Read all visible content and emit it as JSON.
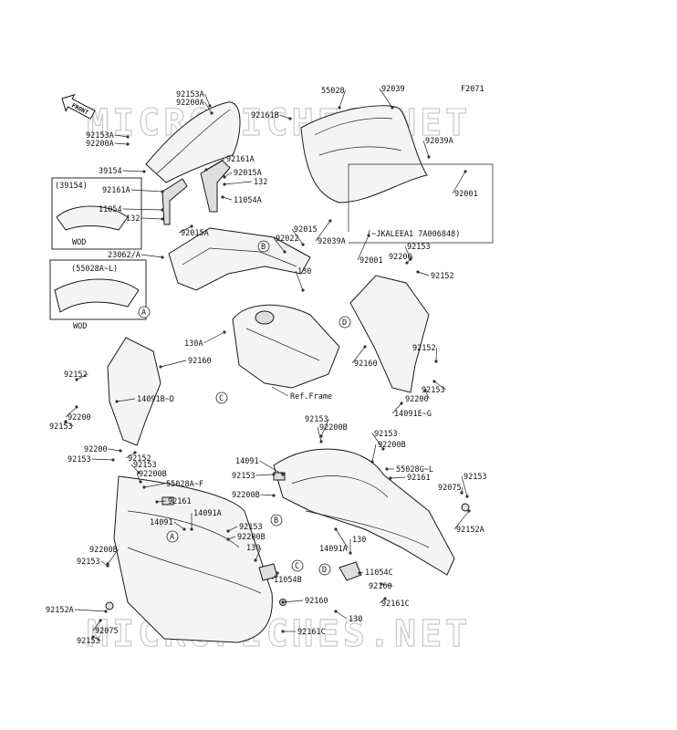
{
  "figure_code": "F2071",
  "watermark": "MICROFICHES.NET",
  "front_arrow_label": "FRONT",
  "variant_note": "(~JKALEEA1 7A006848)",
  "ref_frame": "Ref.Frame",
  "inset_boxes": [
    {
      "title": "(39154)",
      "caption": "WOD"
    },
    {
      "title": "(55028A~L)",
      "caption": "WOD"
    }
  ],
  "callout_letters": [
    "A",
    "B",
    "C",
    "D"
  ],
  "parts": [
    {
      "num": "92153A"
    },
    {
      "num": "92200A"
    },
    {
      "num": "92153A"
    },
    {
      "num": "92200A"
    },
    {
      "num": "39154"
    },
    {
      "num": "92161A"
    },
    {
      "num": "11054"
    },
    {
      "num": "132"
    },
    {
      "num": "92015A"
    },
    {
      "num": "92161B"
    },
    {
      "num": "92161A"
    },
    {
      "num": "92015A"
    },
    {
      "num": "132"
    },
    {
      "num": "11054A"
    },
    {
      "num": "55028"
    },
    {
      "num": "92039"
    },
    {
      "num": "92039A"
    },
    {
      "num": "92001"
    },
    {
      "num": "92015"
    },
    {
      "num": "92022"
    },
    {
      "num": "92039A"
    },
    {
      "num": "23062/A"
    },
    {
      "num": "130"
    },
    {
      "num": "92001"
    },
    {
      "num": "92153"
    },
    {
      "num": "92200"
    },
    {
      "num": "92152"
    },
    {
      "num": "130A"
    },
    {
      "num": "92160"
    },
    {
      "num": "92160"
    },
    {
      "num": "92152"
    },
    {
      "num": "92153"
    },
    {
      "num": "92200"
    },
    {
      "num": "14091E~G"
    },
    {
      "num": "92152"
    },
    {
      "num": "92200"
    },
    {
      "num": "14091B~D"
    },
    {
      "num": "92153"
    },
    {
      "num": "92153"
    },
    {
      "num": "92200B"
    },
    {
      "num": "92153"
    },
    {
      "num": "92200B"
    },
    {
      "num": "92200"
    },
    {
      "num": "92152"
    },
    {
      "num": "92153"
    },
    {
      "num": "92153"
    },
    {
      "num": "92200B"
    },
    {
      "num": "55028G~L"
    },
    {
      "num": "92161"
    },
    {
      "num": "14091"
    },
    {
      "num": "92153"
    },
    {
      "num": "92200B"
    },
    {
      "num": "92153"
    },
    {
      "num": "92075"
    },
    {
      "num": "92152A"
    },
    {
      "num": "55028A~F"
    },
    {
      "num": "92161"
    },
    {
      "num": "14091A"
    },
    {
      "num": "14091"
    },
    {
      "num": "92153"
    },
    {
      "num": "92200B"
    },
    {
      "num": "130"
    },
    {
      "num": "14091A"
    },
    {
      "num": "130"
    },
    {
      "num": "11054C"
    },
    {
      "num": "92200B"
    },
    {
      "num": "92153"
    },
    {
      "num": "11054B"
    },
    {
      "num": "92160"
    },
    {
      "num": "92161C"
    },
    {
      "num": "92152A"
    },
    {
      "num": "92160"
    },
    {
      "num": "130"
    },
    {
      "num": "92075"
    },
    {
      "num": "92153"
    },
    {
      "num": "92161C"
    }
  ]
}
